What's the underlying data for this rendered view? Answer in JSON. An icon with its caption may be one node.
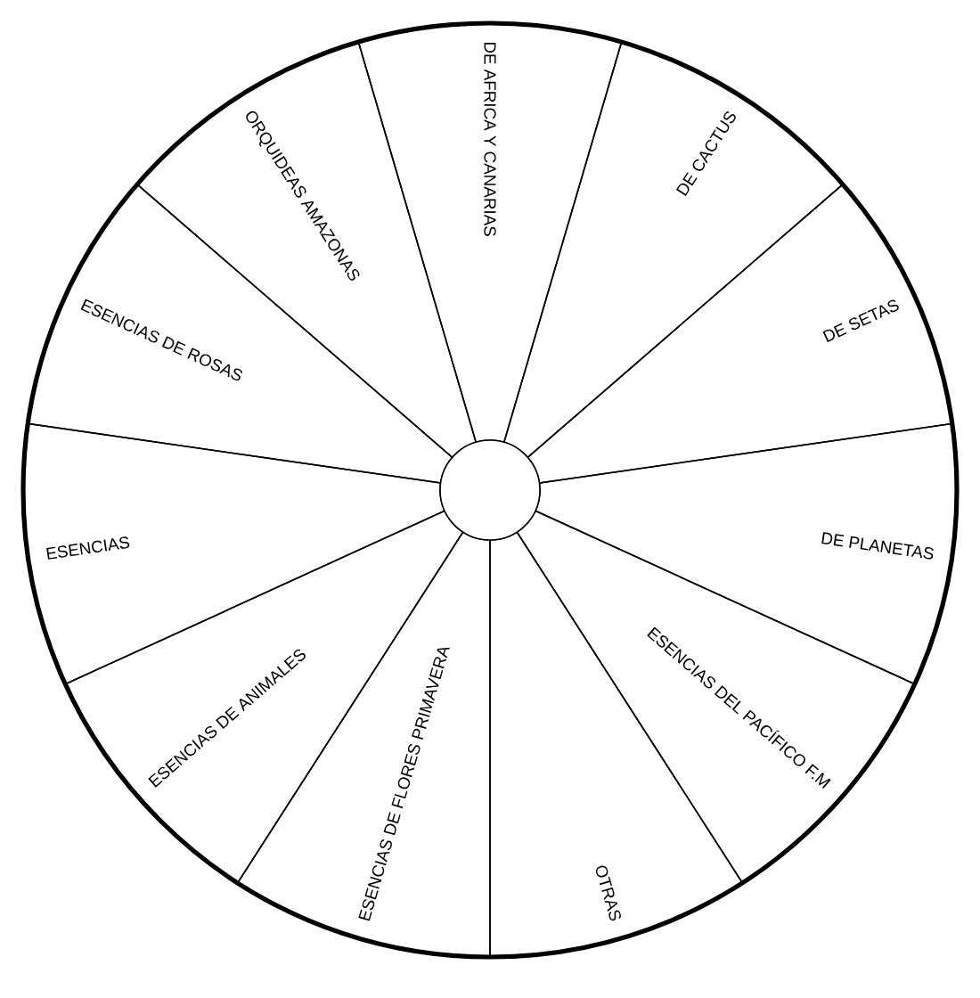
{
  "diagram": {
    "nodes": [
      {
        "text": [
          "DE AFRICA Y CANARIAS"
        ]
      },
      {
        "text": [
          "DE CACTUS"
        ]
      },
      {
        "text": [
          "DE SETAS"
        ]
      },
      {
        "text": [
          "DE PLANETAS"
        ]
      },
      {
        "text": [
          "ESENCIAS DEL PACÍFICO F.M"
        ]
      },
      {
        "text": [
          "OTRAS"
        ]
      },
      {
        "text": [
          "ESENCIAS DE FLORES PRIMAVERA"
        ]
      },
      {
        "text": [
          "ESENCIAS DE ANIMALES"
        ]
      },
      {
        "text": [
          "ESENCIAS"
        ]
      },
      {
        "text": [
          "ESENCIAS DE ROSAS"
        ]
      },
      {
        "text": [
          "ORQUIDEAS AMAZONAS"
        ]
      }
    ]
  }
}
